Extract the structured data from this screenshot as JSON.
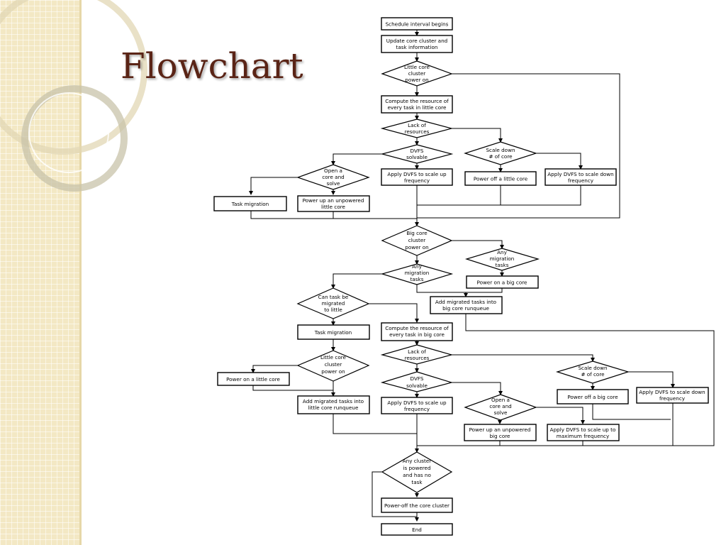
{
  "slide": {
    "title": "Flowchart"
  },
  "nodes": {
    "start": "Schedule interval begins",
    "update": [
      "Update core cluster and",
      "task information"
    ],
    "little_on": [
      "Little core",
      "cluster",
      "power on"
    ],
    "compute_little": [
      "Compute the resource of",
      "every task in little core"
    ],
    "lack1": [
      "Lack of",
      "resources"
    ],
    "dvfs1": [
      "DVFS",
      "solvable"
    ],
    "scale_down1": [
      "Scale down",
      "# of core"
    ],
    "open_core1": [
      "Open a",
      "core and",
      "solve"
    ],
    "apply_up1": [
      "Apply DVFS to scale up",
      "frequency"
    ],
    "power_off_little": "Power off a little core",
    "apply_down1": [
      "Apply DVFS to scale down",
      "frequency"
    ],
    "task_migration1": "Task migration",
    "power_up_little": [
      "Power up an unpowered",
      "little core"
    ],
    "big_on": [
      "Big core",
      "cluster",
      "power on"
    ],
    "any_migration1": [
      "Any",
      "migration",
      "tasks"
    ],
    "any_migration2": [
      "Any",
      "migration",
      "tasks"
    ],
    "power_on_big": "Power on a big core",
    "add_big_rq": [
      "Add migrated tasks into",
      "big core runqueue"
    ],
    "can_migrate": [
      "Can task be",
      "migrated",
      "to little"
    ],
    "task_migration2": "Task migration",
    "compute_big": [
      "Compute the resource of",
      "every task in big core"
    ],
    "lack2": [
      "Lack of",
      "resources"
    ],
    "little_on2": [
      "Little core",
      "cluster",
      "power on"
    ],
    "scale_down2": [
      "Scale down",
      "# of core"
    ],
    "power_on_little": "Power on a little core",
    "dvfs2": [
      "DVFS",
      "solvable"
    ],
    "power_off_big": "Power off a big core",
    "apply_down2": [
      "Apply DVFS to scale down",
      "frequency"
    ],
    "add_little_rq": [
      "Add migrated tasks into",
      "little core runqueue"
    ],
    "apply_up2": [
      "Apply DVFS to scale up",
      "frequency"
    ],
    "open_core2": [
      "Open a",
      "core and",
      "solve"
    ],
    "power_up_big": [
      "Power up an unpowered",
      "big core"
    ],
    "apply_max": [
      "Apply DVFS to scale up to",
      "maximum frequency"
    ],
    "any_cluster": [
      "Any cluster",
      "is powered",
      "and has no",
      "task"
    ],
    "power_off_cluster": "Power-off the core cluster",
    "end": "End"
  }
}
